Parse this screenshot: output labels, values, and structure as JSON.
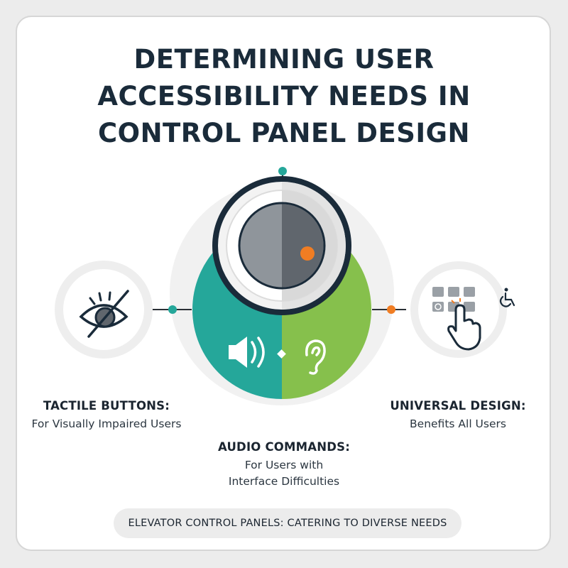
{
  "title": {
    "line1": "DETERMINING USER",
    "line2": "ACCESSIBILITY NEEDS IN",
    "line3": "CONTROL PANEL DESIGN"
  },
  "sections": {
    "tactile": {
      "heading": "TACTILE BUTTONS:",
      "subtitle": "For Visually Impaired Users",
      "icon": "eye-slash-icon"
    },
    "audio": {
      "heading": "AUDIO COMMANDS:",
      "subtitle_line1": "For Users with",
      "subtitle_line2": "Interface Difficulties",
      "icon": "speaker-icon"
    },
    "universal": {
      "heading": "UNIVERSAL DESIGN:",
      "subtitle": "Benefits All Users",
      "icon": "keypad-hand-icon"
    }
  },
  "footer": {
    "text": "ELEVATOR CONTROL PANELS: CATERING TO DIVERSE NEEDS"
  },
  "colors": {
    "teal": "#25a79a",
    "green": "#86c04c",
    "orange": "#f07d23",
    "knob_light": "#8f959b",
    "knob_dark": "#60666d",
    "navy": "#1a2b3a"
  }
}
